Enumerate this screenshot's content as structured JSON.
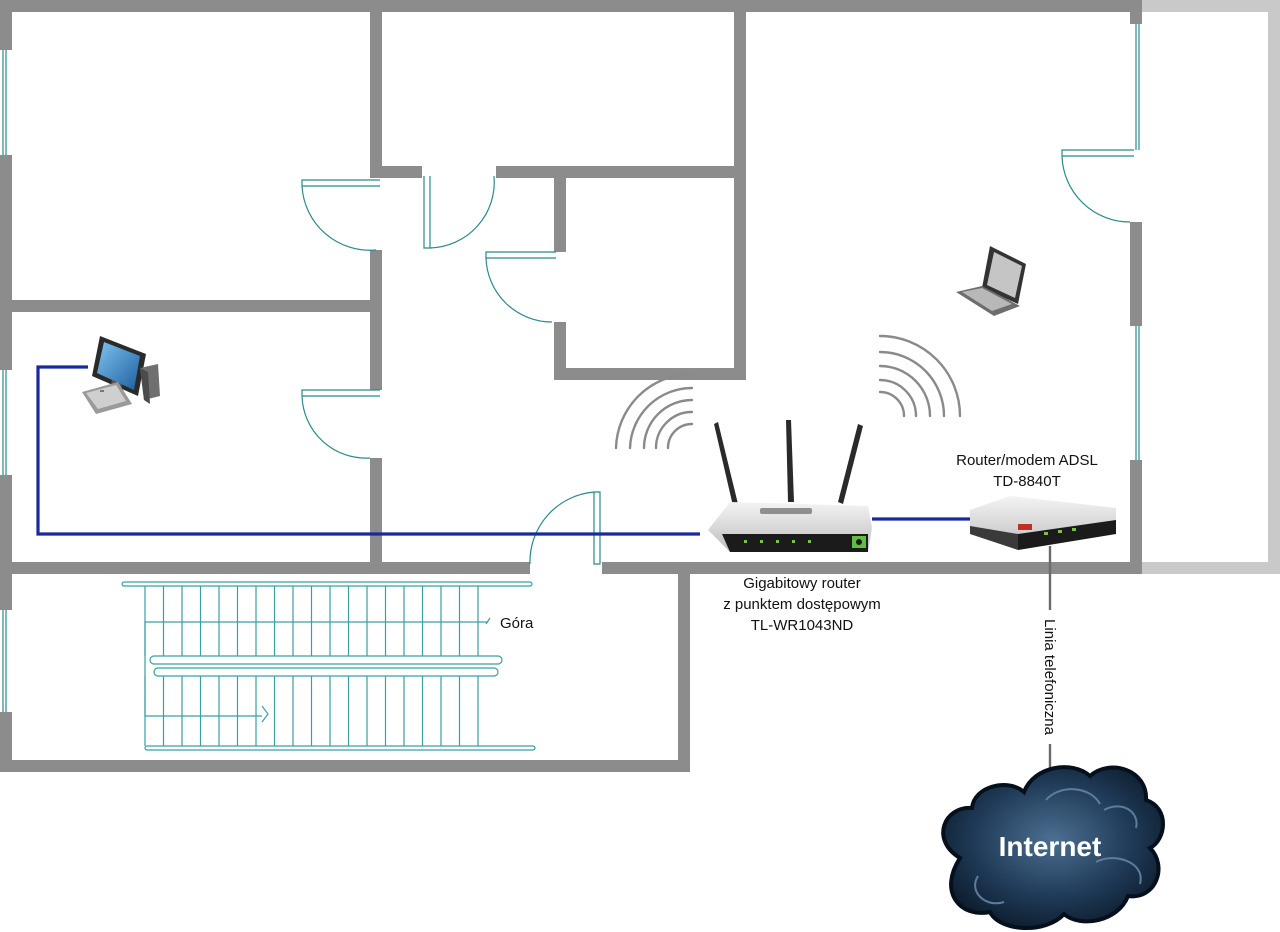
{
  "stairs": {
    "label": "Góra"
  },
  "adsl_modem": {
    "label_line1": "Router/modem ADSL",
    "label_line2": "TD-8840T"
  },
  "wifi_router": {
    "label_line1": "Gigabitowy router",
    "label_line2": "z punktem dostępowym",
    "label_line3": "TL-WR1043ND"
  },
  "phone_line": {
    "label": "Linia telefoniczna"
  },
  "internet": {
    "label": "Internet"
  },
  "colors": {
    "wall": "#8c8c8c",
    "door_window": "#2b8a8a",
    "ethernet_cable": "#1a2a9c",
    "cloud": "#1e3550"
  }
}
